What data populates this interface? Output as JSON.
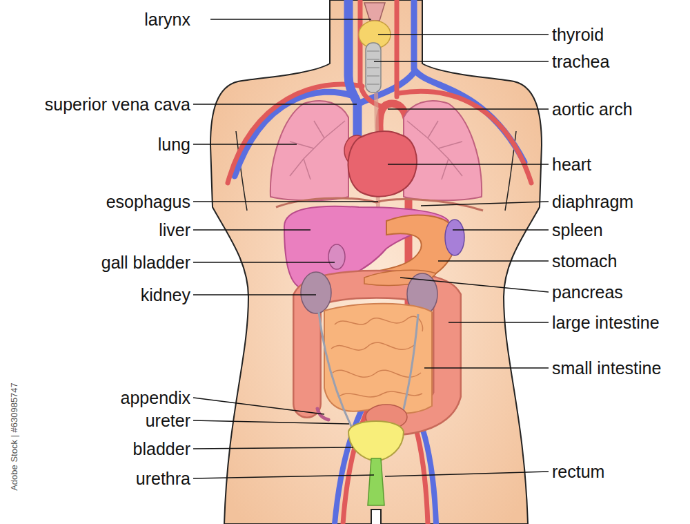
{
  "diagram": {
    "labels": [
      "larynx",
      "thyroid",
      "trachea",
      "superior vena cava",
      "aortic arch",
      "lung",
      "heart",
      "esophagus",
      "diaphragm",
      "liver",
      "spleen",
      "gall bladder",
      "stomach",
      "kidney",
      "pancreas",
      "large intestine",
      "small intestine",
      "appendix",
      "ureter",
      "bladder",
      "urethra",
      "rectum",
      "Adobe Stock | #630985747"
    ]
  }
}
